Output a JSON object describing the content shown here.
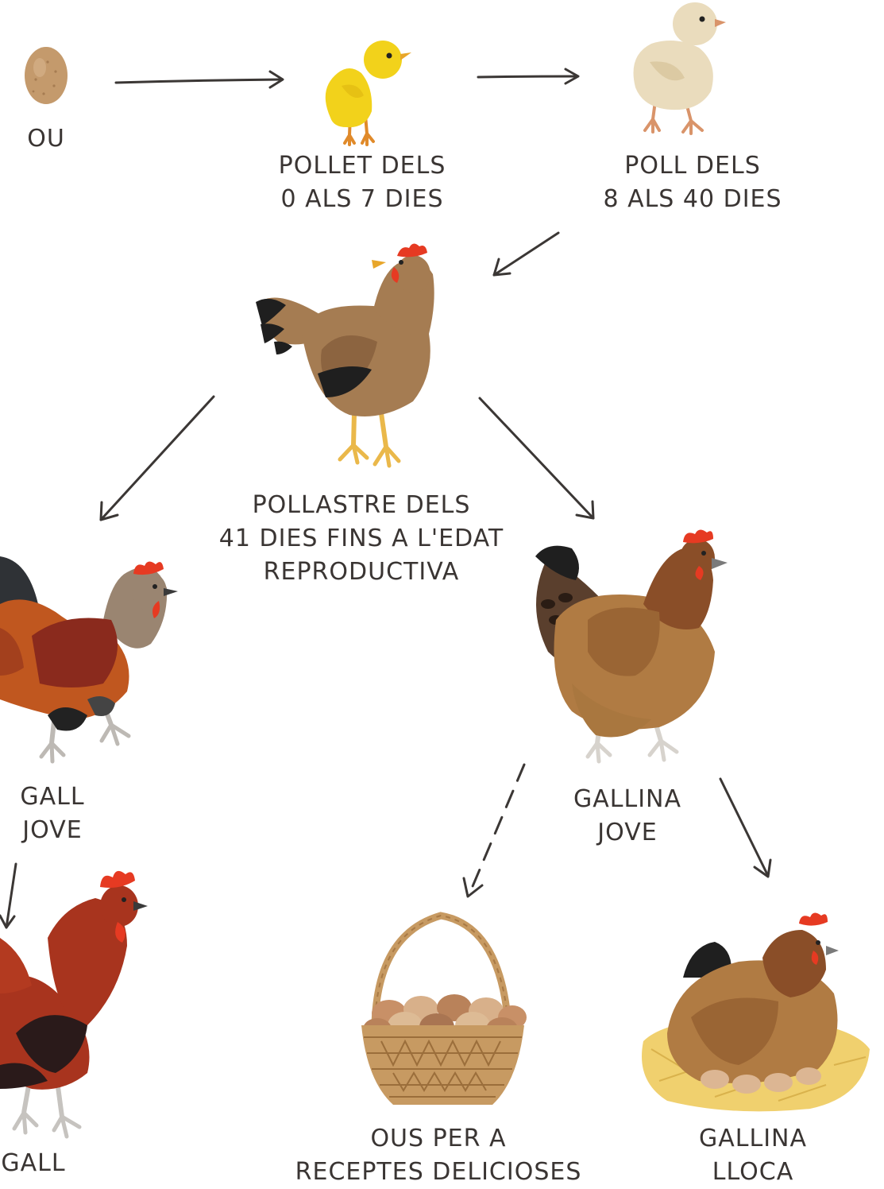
{
  "colors": {
    "ink": "#3b3735",
    "egg": "#c49a6c",
    "chick_yellow": "#f2d21b",
    "chick_cream": "#eadcbd",
    "hen_brown": "#a57c52",
    "rooster_red": "#a8341e",
    "comb_red": "#e63a22",
    "basket": "#c79a62",
    "straw": "#f0d06e"
  },
  "stages": {
    "egg": {
      "icon": "egg-icon",
      "lines": [
        "OU"
      ]
    },
    "chick": {
      "icon": "yellow-chick-icon",
      "lines": [
        "POLLET DELS",
        "0 ALS 7 DIES"
      ]
    },
    "young_chick": {
      "icon": "cream-chick-icon",
      "lines": [
        "POLL DELS",
        "8 ALS 40 DIES"
      ]
    },
    "pullet": {
      "icon": "pullet-icon",
      "lines": [
        "POLLASTRE DELS",
        "41 DIES FINS A L'EDAT",
        "REPRODUCTIVA"
      ]
    },
    "young_rooster": {
      "icon": "young-rooster-icon",
      "lines": [
        "GALL",
        "JOVE"
      ]
    },
    "young_hen": {
      "icon": "young-hen-icon",
      "lines": [
        "GALLINA",
        "JOVE"
      ]
    },
    "rooster": {
      "icon": "rooster-icon",
      "lines": [
        "GALL"
      ]
    },
    "egg_basket": {
      "icon": "egg-basket-icon",
      "lines": [
        "OUS PER A",
        "RECEPTES DELICIOSES"
      ]
    },
    "brooding_hen": {
      "icon": "brooding-hen-icon",
      "lines": [
        "GALLINA",
        "LLOCA"
      ]
    }
  },
  "arrows": [
    {
      "from": "egg",
      "to": "chick",
      "style": "solid"
    },
    {
      "from": "chick",
      "to": "young_chick",
      "style": "solid"
    },
    {
      "from": "young_chick",
      "to": "pullet",
      "style": "solid"
    },
    {
      "from": "pullet",
      "to": "young_rooster",
      "style": "solid"
    },
    {
      "from": "pullet",
      "to": "young_hen",
      "style": "solid"
    },
    {
      "from": "young_rooster",
      "to": "rooster",
      "style": "solid"
    },
    {
      "from": "young_hen",
      "to": "egg_basket",
      "style": "dashed"
    },
    {
      "from": "young_hen",
      "to": "brooding_hen",
      "style": "solid"
    }
  ]
}
